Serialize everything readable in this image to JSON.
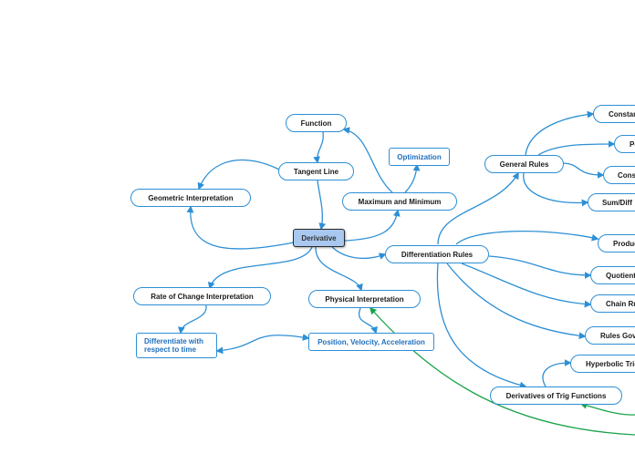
{
  "nodes": {
    "derivative": "Derivative",
    "function": "Function",
    "tangent_line": "Tangent Line",
    "geometric_interpretation": "Geometric Interpretation",
    "maximum_and_minimum": "Maximum and Minimum",
    "optimization": "Optimization",
    "differentiation_rules": "Differentiation Rules",
    "general_rules": "General Rules",
    "constant": "Constan",
    "power": "Po",
    "constant_multiple": "Const",
    "sum_difference": "Sum/Diff",
    "product": "Produc",
    "quotient": "Quotient",
    "chain_rule": "Chain Ru",
    "rules_governing": "Rules Gove",
    "hyperbolic_trig": "Hyperbolic Trig",
    "derivatives_trig": "Derivatives of Trig Functions",
    "rate_of_change": "Rate of Change Interpretation",
    "physical_interpretation": "Physical Interpretation",
    "differentiate_wrt_time": "Differentiate with respect to time",
    "position_velocity_acceleration": "Position, Velocity, Acceleration"
  },
  "colors": {
    "connector": "#2d8fd5",
    "cross_link": "#1aa34a",
    "center_fill": "#a9c8ef",
    "blue_text": "#1f6fbf"
  }
}
